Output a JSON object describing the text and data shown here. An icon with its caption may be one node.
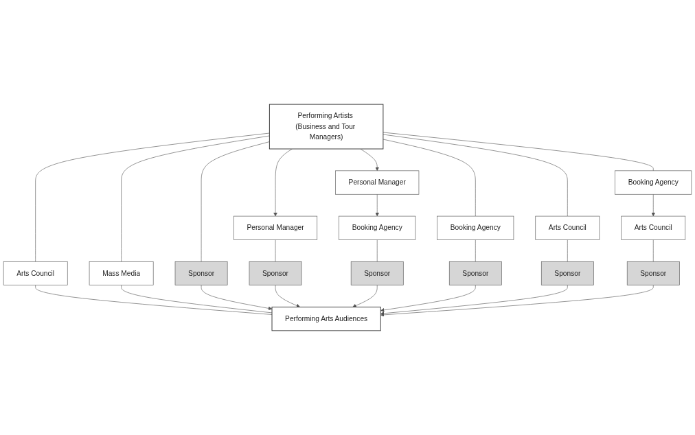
{
  "diagram": {
    "nodes": [
      {
        "text": [
          "Performing Artists (Business and Tour Managers)"
        ]
      },
      {
        "text": [
          "Personal Manager"
        ]
      },
      {
        "text": [
          "Personal Manager"
        ]
      },
      {
        "text": [
          "Booking Agency"
        ]
      },
      {
        "text": [
          "Booking Agency"
        ]
      },
      {
        "text": [
          "Booking Agency"
        ]
      },
      {
        "text": [
          "Arts Council"
        ]
      },
      {
        "text": [
          "Arts Council"
        ]
      },
      {
        "text": [
          "Arts Council"
        ]
      },
      {
        "text": [
          "Mass Media"
        ]
      },
      {
        "text": [
          "Sponsor"
        ]
      },
      {
        "text": [
          "Sponsor"
        ]
      },
      {
        "text": [
          "Sponsor"
        ]
      },
      {
        "text": [
          "Sponsor"
        ]
      },
      {
        "text": [
          "Sponsor"
        ]
      },
      {
        "text": [
          "Sponsor"
        ]
      },
      {
        "text": [
          "Performing Arts Audiences"
        ]
      }
    ],
    "edges": [
      {
        "from": 0,
        "to": 10,
        "arrow": "none"
      },
      {
        "from": 0,
        "to": 1,
        "arrow": "to"
      },
      {
        "from": 0,
        "to": 2,
        "arrow": "to"
      },
      {
        "from": 1,
        "to": 11,
        "arrow": "none"
      },
      {
        "from": 2,
        "to": 3,
        "arrow": "to"
      },
      {
        "from": 3,
        "to": 12,
        "arrow": "none"
      },
      {
        "from": 0,
        "to": 4,
        "arrow": "none"
      },
      {
        "from": 4,
        "to": 13,
        "arrow": "none"
      },
      {
        "from": 0,
        "to": 6,
        "arrow": "none"
      },
      {
        "from": 6,
        "to": 16,
        "arrow": "none"
      },
      {
        "from": 0,
        "to": 7,
        "arrow": "none"
      },
      {
        "from": 7,
        "to": 14,
        "arrow": "none"
      },
      {
        "from": 0,
        "to": 5,
        "arrow": "none"
      },
      {
        "from": 5,
        "to": 8,
        "arrow": "to"
      },
      {
        "from": 8,
        "to": 15,
        "arrow": "none"
      },
      {
        "from": 0,
        "to": 9,
        "arrow": "none"
      },
      {
        "from": 9,
        "to": 16,
        "arrow": "none"
      },
      {
        "from": 10,
        "to": 16,
        "arrow": "to"
      },
      {
        "from": 11,
        "to": 16,
        "arrow": "to"
      },
      {
        "from": 12,
        "to": 16,
        "arrow": "to"
      },
      {
        "from": 13,
        "to": 16,
        "arrow": "to"
      },
      {
        "from": 14,
        "to": 16,
        "arrow": "to"
      },
      {
        "from": 15,
        "to": 16,
        "arrow": "to"
      }
    ]
  }
}
